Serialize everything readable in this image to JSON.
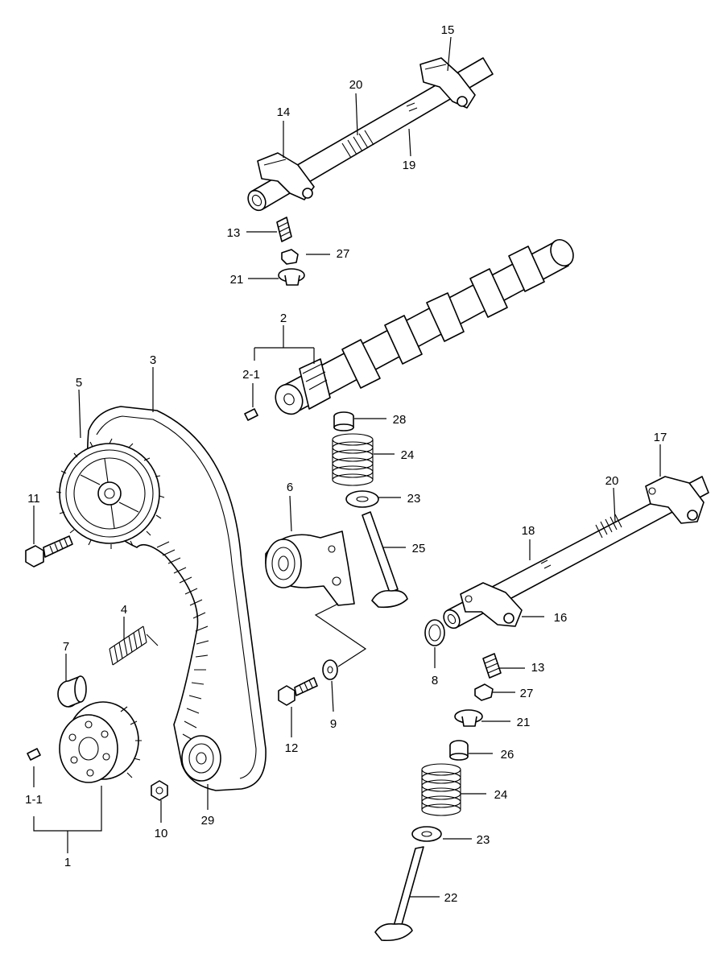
{
  "diagram": {
    "labels": {
      "p1": "1",
      "p1_1": "1-1",
      "p2": "2",
      "p2_1": "2-1",
      "p3": "3",
      "p4": "4",
      "p5": "5",
      "p6": "6",
      "p7": "7",
      "p8": "8",
      "p9": "9",
      "p10": "10",
      "p11": "11",
      "p12": "12",
      "p13a": "13",
      "p13b": "13",
      "p14": "14",
      "p15": "15",
      "p16": "16",
      "p17": "17",
      "p18": "18",
      "p19": "19",
      "p20a": "20",
      "p20b": "20",
      "p21a": "21",
      "p21b": "21",
      "p22": "22",
      "p23a": "23",
      "p23b": "23",
      "p24a": "24",
      "p24b": "24",
      "p25": "25",
      "p26": "26",
      "p27a": "27",
      "p27b": "27",
      "p28": "28",
      "p29": "29"
    }
  }
}
